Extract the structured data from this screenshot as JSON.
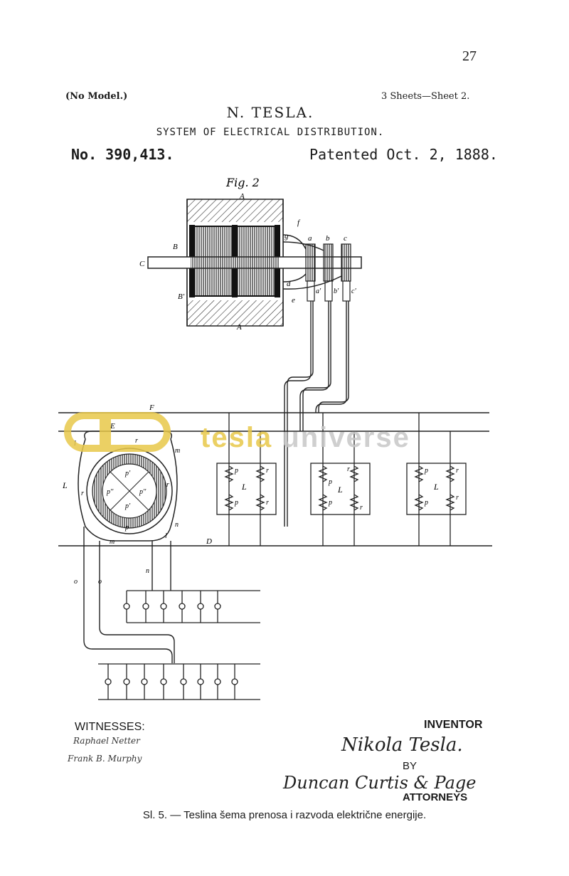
{
  "page_number": "27",
  "header": {
    "no_model": "(No Model.)",
    "sheets": "3 Sheets—Sheet 2.",
    "inventor": "N. TESLA.",
    "title": "SYSTEM OF ELECTRICAL DISTRIBUTION.",
    "patent_number": "No. 390,413.",
    "patented_date": "Patented Oct. 2, 1888."
  },
  "figure": {
    "label": "Fig. 2",
    "letters": [
      "A",
      "A",
      "B",
      "B'",
      "C",
      "f",
      "g",
      "d",
      "e",
      "a",
      "b",
      "c",
      "a'",
      "b'",
      "c'",
      "F",
      "E",
      "D",
      "L",
      "l",
      "l",
      "m",
      "m",
      "n",
      "n",
      "o",
      "o",
      "p",
      "p'",
      "p'",
      "p''",
      "p''",
      "r",
      "r",
      "r",
      "L",
      "L",
      "L",
      "p",
      "p",
      "p",
      "p",
      "p",
      "p",
      "r",
      "r",
      "r",
      "r",
      "r",
      "r"
    ]
  },
  "watermark": {
    "text": "tesla universe",
    "color": "#e8c84a",
    "gray": "#c7c7c7"
  },
  "footer": {
    "witnesses_label": "WITNESSES:",
    "witness_1": "Raphael Netter",
    "witness_2": "Frank B. Murphy",
    "inventor_label": "INVENTOR",
    "inventor_signature": "Nikola Tesla.",
    "by_label": "BY",
    "attorneys_signature": "Duncan Curtis & Page",
    "attorneys_label": "ATTORNEYS"
  },
  "caption": "Sl. 5. — Teslina šema prenosa i razvoda električne energije."
}
